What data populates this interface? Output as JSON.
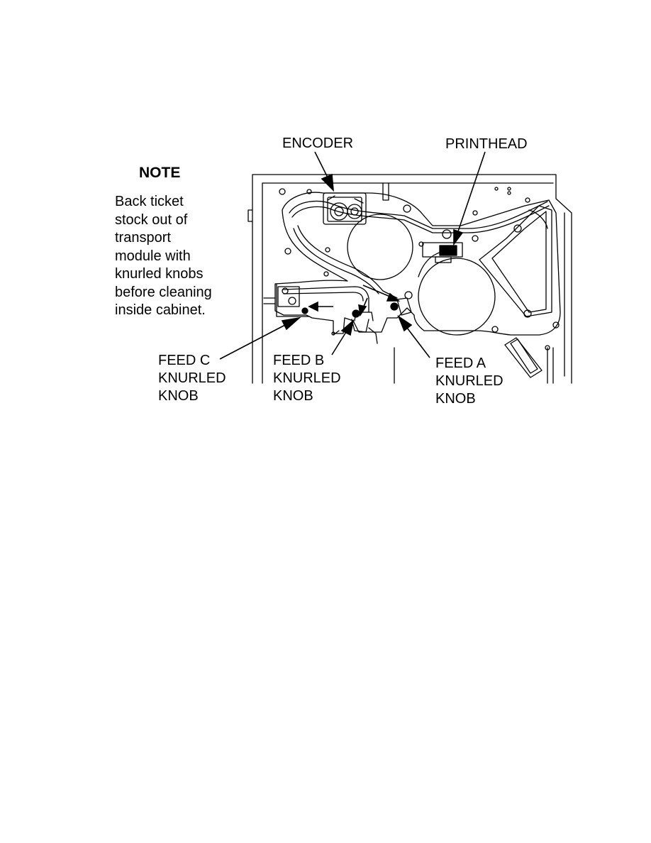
{
  "note": {
    "title": "NOTE",
    "lines": [
      "Back ticket",
      "stock out of",
      "transport",
      "module with",
      "knurled knobs",
      "before cleaning",
      "inside cabinet."
    ]
  },
  "labels": {
    "encoder": [
      "ENCODER"
    ],
    "printhead": [
      "PRINTHEAD"
    ],
    "feed_c": [
      "FEED C",
      "KNURLED",
      "KNOB"
    ],
    "feed_b": [
      "FEED B",
      "KNURLED",
      "KNOB"
    ],
    "feed_a": [
      "FEED A",
      "KNURLED",
      "KNOB"
    ]
  }
}
